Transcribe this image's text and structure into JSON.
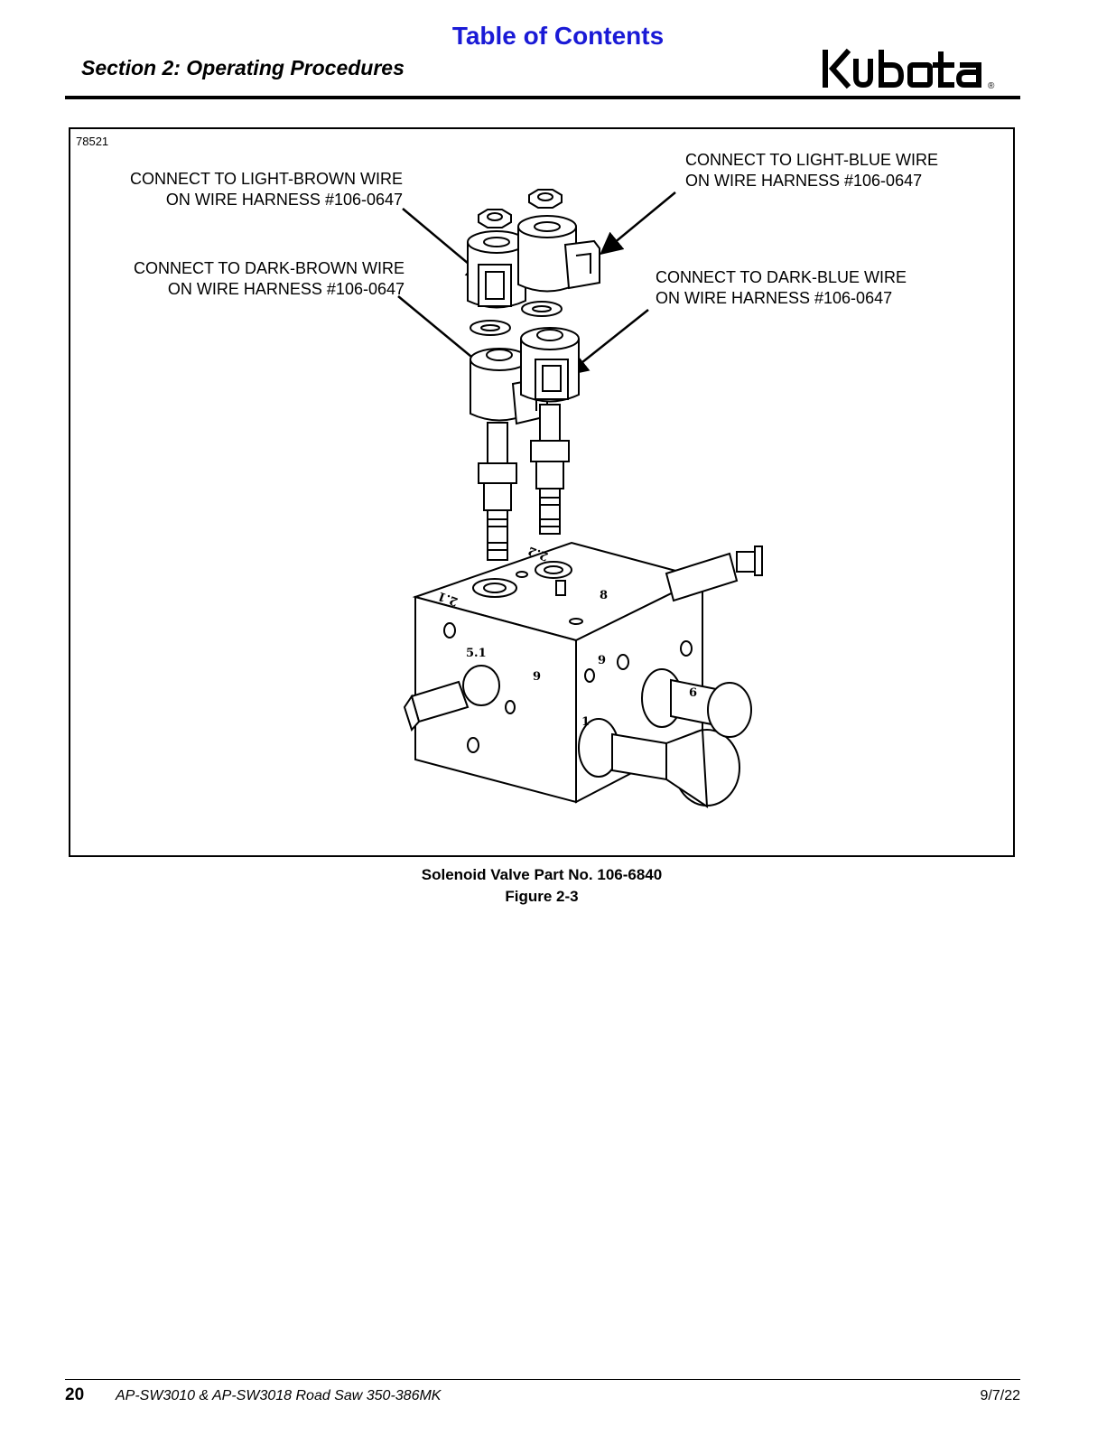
{
  "header": {
    "toc_link": "Table of Contents",
    "section_title": "Section 2: Operating Procedures",
    "logo_text": "Kubota",
    "logo_mark": "®"
  },
  "figure": {
    "figure_id": "78521",
    "callouts": {
      "light_brown": [
        "CONNECT TO LIGHT-BROWN WIRE",
        "ON WIRE HARNESS #106-0647"
      ],
      "dark_brown": [
        "CONNECT TO DARK-BROWN WIRE",
        "ON WIRE HARNESS #106-0647"
      ],
      "light_blue": [
        "CONNECT TO LIGHT-BLUE WIRE",
        "ON WIRE HARNESS #106-0647"
      ],
      "dark_blue": [
        "CONNECT TO DARK-BLUE WIRE",
        "ON WIRE HARNESS #106-0647"
      ]
    },
    "port_labels": [
      "2.1",
      "2.2",
      "5.1",
      "9",
      "9",
      "6",
      "1",
      "8"
    ],
    "caption_line1": "Solenoid Valve Part No. 106-6840",
    "caption_line2": "Figure 2-3"
  },
  "footer": {
    "page_number": "20",
    "manual_title": "AP-SW3010 & AP-SW3018 Road Saw 350-386MK",
    "date": "9/7/22"
  }
}
